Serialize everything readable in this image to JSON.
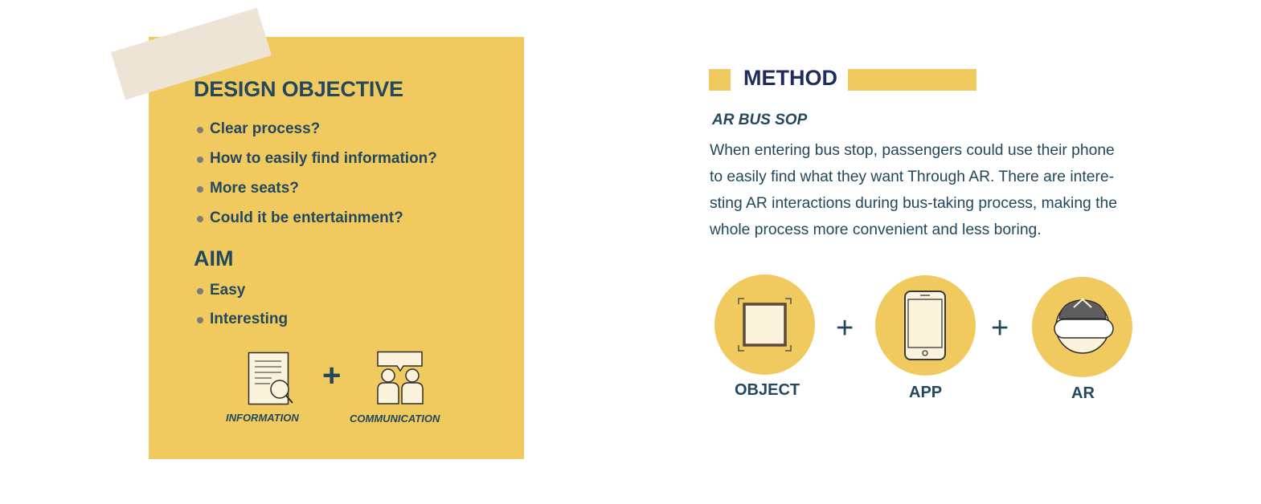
{
  "colors": {
    "accent": "#f1ca5f",
    "text": "#23485e",
    "method_title": "#1f2b5e",
    "tape": "#ede4d6",
    "bullet": "#7c7c78",
    "icon_fill": "#fbf3dc"
  },
  "design_objective": {
    "title": "DESIGN OBJECTIVE",
    "items": [
      "Clear process?",
      "How to easily find information?",
      "More seats?",
      "Could it be entertainment?"
    ]
  },
  "aim": {
    "title": "AIM",
    "items": [
      "Easy",
      "Interesting"
    ]
  },
  "left_icons": {
    "information_label": "INFORMATION",
    "plus": "+",
    "communication_label": "COMMUNICATION",
    "information_icon": "document-search-icon",
    "communication_icon": "people-speech-icon"
  },
  "method": {
    "title": "METHOD",
    "subtitle": "AR BUS SOP",
    "paragraph_lines": [
      "When entering bus stop, passengers could use their phone",
      "to easily find what they want Through AR. There are intere-",
      "sting AR interactions during bus-taking process, making the",
      "whole process more convenient and less boring."
    ]
  },
  "formula": {
    "object_label": "OBJECT",
    "app_label": "APP",
    "ar_label": "AR",
    "plus": "+",
    "object_icon": "frame-target-icon",
    "app_icon": "smartphone-icon",
    "ar_icon": "vr-headset-person-icon"
  }
}
